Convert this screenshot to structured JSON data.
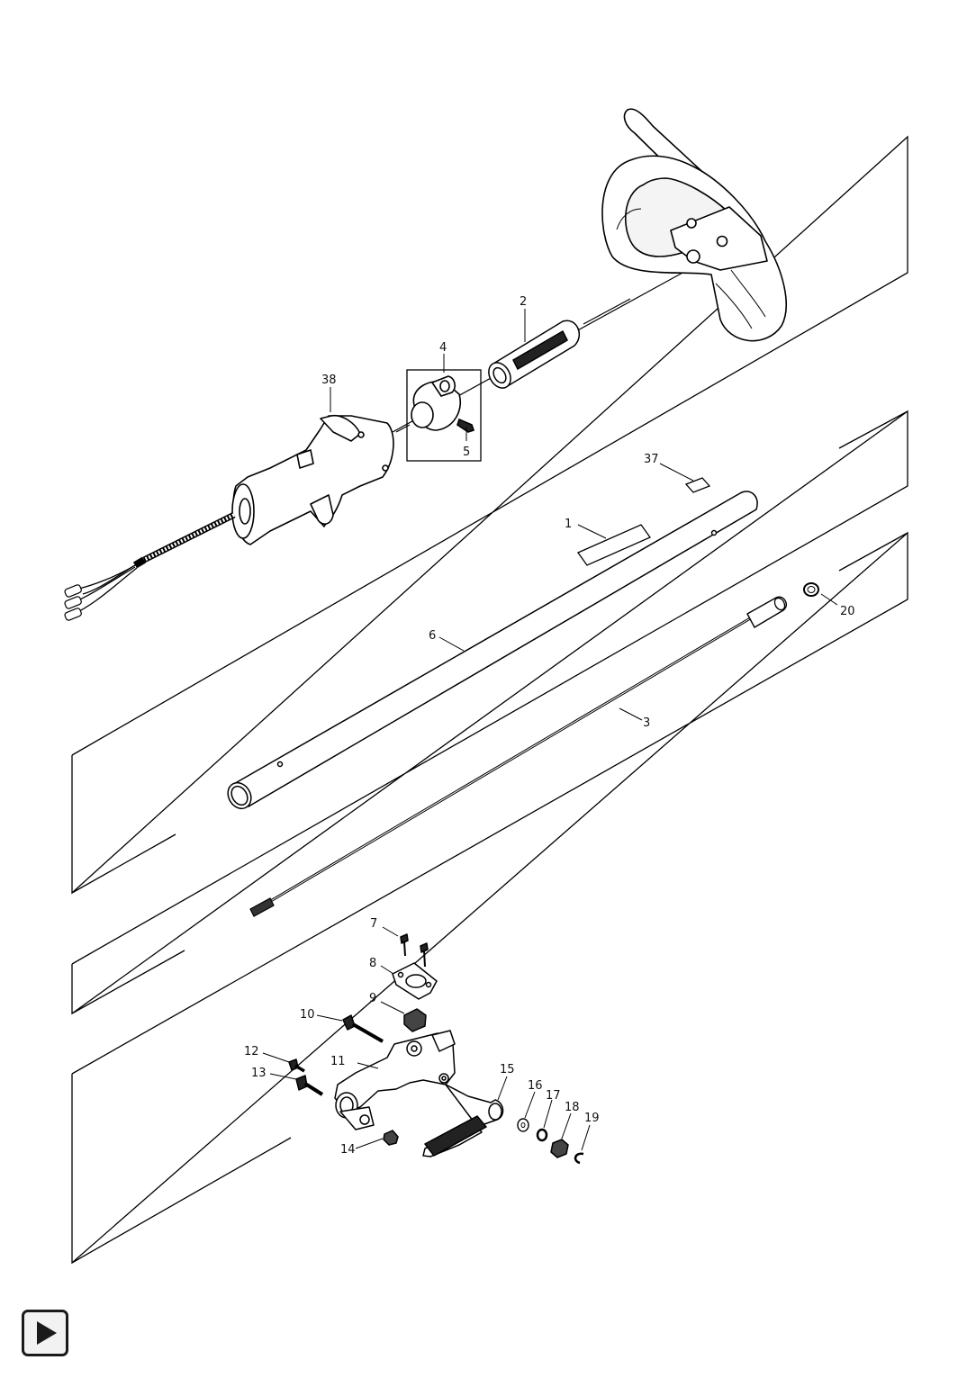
{
  "diagram": {
    "callouts": {
      "c1": "1",
      "c2": "2",
      "c3": "3",
      "c4": "4",
      "c5": "5",
      "c6": "6",
      "c7": "7",
      "c8": "8",
      "c9": "9",
      "c10": "10",
      "c11": "11",
      "c12": "12",
      "c13": "13",
      "c14": "14",
      "c15": "15",
      "c16": "16",
      "c17": "17",
      "c18": "18",
      "c19": "19",
      "c20": "20",
      "c37": "37",
      "c38": "38"
    }
  },
  "navigation": {
    "next_icon": "play-triangle-icon"
  }
}
